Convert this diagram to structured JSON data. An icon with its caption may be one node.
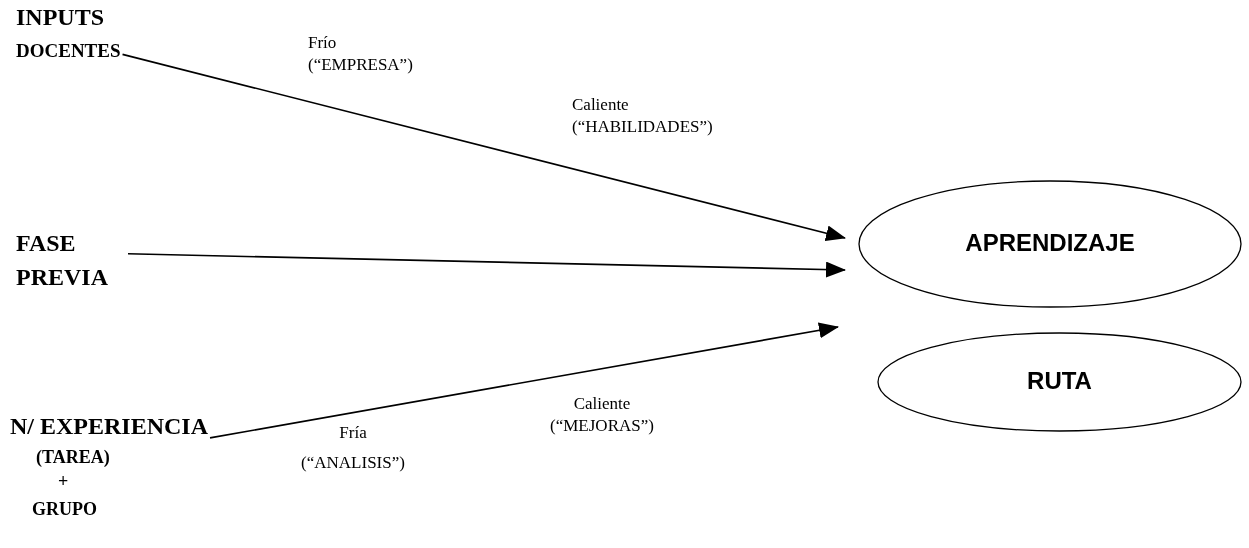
{
  "diagram": {
    "nodes": [
      {
        "text": [
          "INPUTS",
          "DOCENTES"
        ]
      },
      {
        "text": [
          "FASE PREVIA"
        ]
      },
      {
        "text": [
          "N/ EXPERIENCIA",
          "(TAREA)",
          "+",
          "GRUPO"
        ]
      },
      {
        "text": [
          "APRENDIZAJE"
        ]
      },
      {
        "text": [
          "RUTA"
        ]
      }
    ],
    "edges": [
      {
        "from": 0,
        "to": 3,
        "arrow": "to"
      },
      {
        "from": 1,
        "to": 3,
        "arrow": "to"
      },
      {
        "from": 2,
        "to": null,
        "arrow": "to"
      }
    ],
    "labels": [
      "Frío (“EMPRESA”)",
      "Caliente (“HABILIDADES”)",
      "Caliente (“MEJORAS”)",
      "Fría (“ANALISIS”)"
    ]
  }
}
